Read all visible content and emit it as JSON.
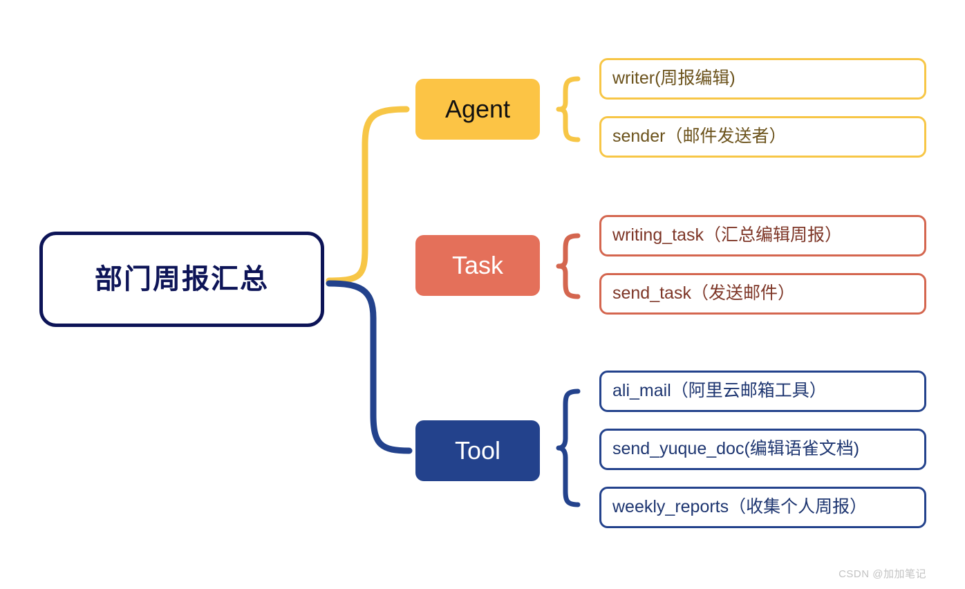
{
  "diagram": {
    "type": "mindmap",
    "root": {
      "label": "部门周报汇总",
      "border_color": "#0d1457",
      "text_color": "#0d1457"
    },
    "branches": [
      {
        "id": "agent",
        "label": "Agent",
        "fill_color": "#fcc445",
        "text_color": "#111111",
        "accent_color": "#f7c646",
        "children": [
          {
            "label": "writer(周报编辑)"
          },
          {
            "label": "sender（邮件发送者）"
          }
        ]
      },
      {
        "id": "task",
        "label": "Task",
        "fill_color": "#e4705a",
        "text_color": "#ffffff",
        "accent_color": "#d4664f",
        "children": [
          {
            "label": "writing_task（汇总编辑周报）"
          },
          {
            "label": "send_task（发送邮件）"
          }
        ]
      },
      {
        "id": "tool",
        "label": "Tool",
        "fill_color": "#23428c",
        "text_color": "#ffffff",
        "accent_color": "#23428c",
        "children": [
          {
            "label": "ali_mail（阿里云邮箱工具）"
          },
          {
            "label": "send_yuque_doc(编辑语雀文档)"
          },
          {
            "label": "weekly_reports（收集个人周报）"
          }
        ]
      }
    ]
  },
  "watermark": {
    "text": "CSDN @加加笔记"
  }
}
